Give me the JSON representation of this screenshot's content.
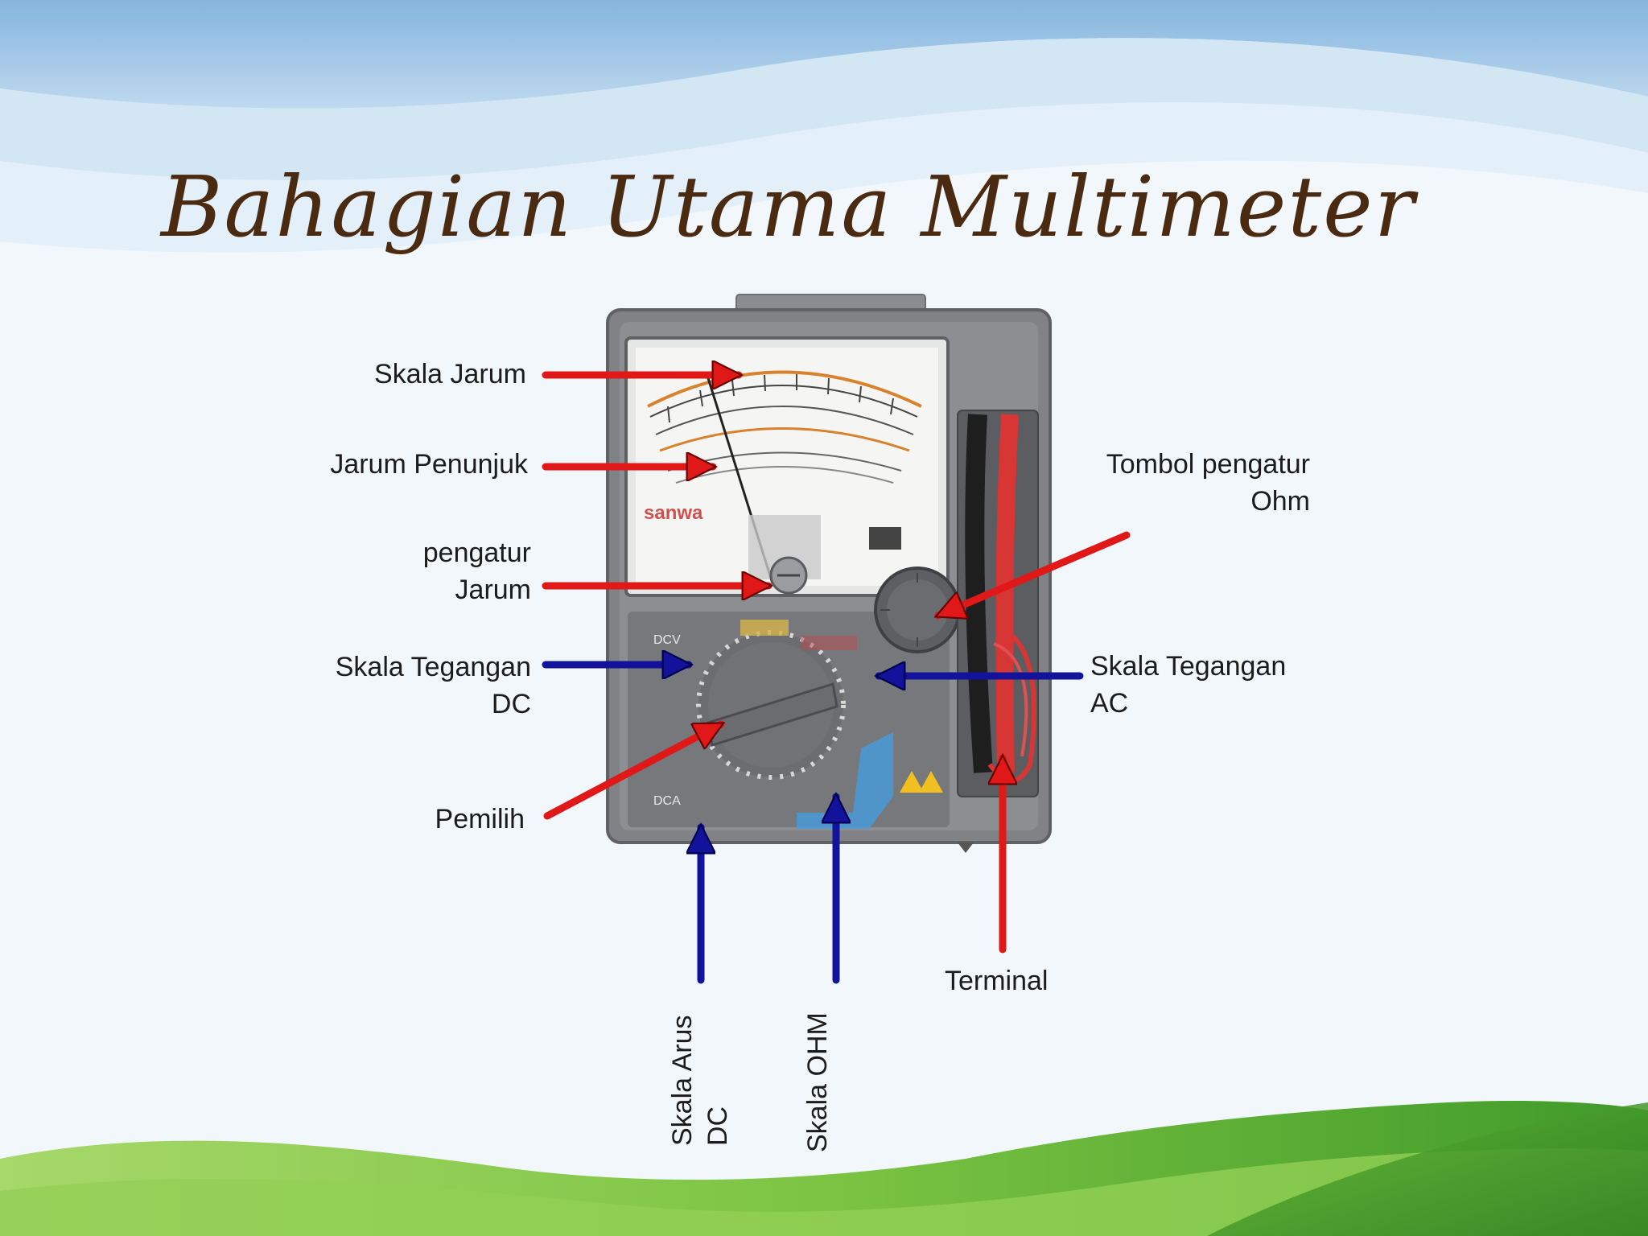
{
  "title": "Bahagian Utama Multimeter",
  "brand": "sanwa",
  "labels": {
    "skala_jarum": "Skala Jarum",
    "jarum_penunjuk": "Jarum Penunjuk",
    "pengatur_jarum": [
      "pengatur",
      "Jarum"
    ],
    "skala_tegangan_dc": [
      "Skala Tegangan",
      "DC"
    ],
    "pemilih": "Pemilih",
    "tombol_pengatur_ohm": [
      "Tombol pengatur",
      "Ohm"
    ],
    "skala_tegangan_ac": [
      "Skala Tegangan",
      "AC"
    ],
    "terminal": "Terminal",
    "skala_arus_dc": [
      "Skala Arus",
      "DC"
    ],
    "skala_ohm": "Skala OHM"
  },
  "colors": {
    "red_arrow": "#e01818",
    "blue_arrow": "#12129a",
    "title": "#4a2a10",
    "device_body": "#7e8084",
    "leads": "#d83535"
  }
}
